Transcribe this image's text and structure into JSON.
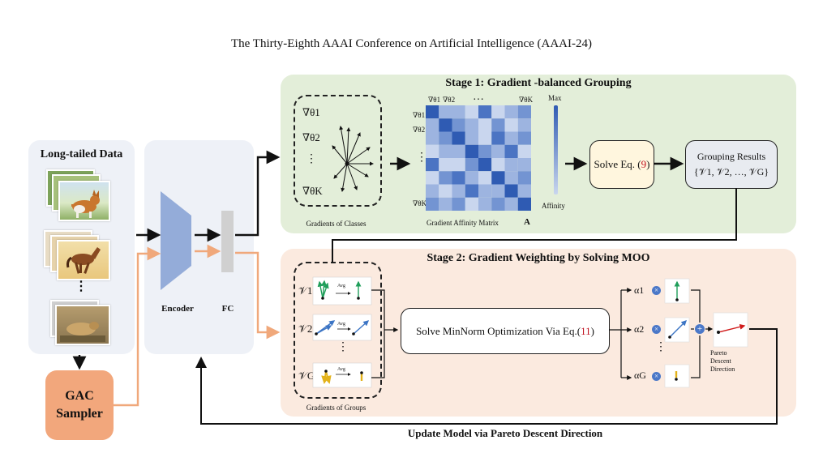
{
  "header": {
    "conference": "The Thirty-Eighth AAAI Conference on Artificial Intelligence (AAAI-24)"
  },
  "left": {
    "data_title": "Long-tailed Data",
    "ellipsis": "⋮",
    "sampler_line1": "GAC",
    "sampler_line2": "Sampler"
  },
  "network": {
    "encoder": "Encoder",
    "fc": "FC"
  },
  "stage1": {
    "title": "Stage 1: Gradient -balanced Grouping",
    "grad_labels": [
      "∇θ1",
      "∇θ2",
      "⋮",
      "∇θK"
    ],
    "grad_caption": "Gradients of Classes",
    "matrix_caption": "Gradient Affinity Matrix",
    "matrix_symbol": "A",
    "matrix_col_labels": [
      "∇θ1",
      "∇θ2",
      "…",
      "∇θK"
    ],
    "matrix_row_labels": [
      "∇θ1",
      "∇θ2",
      "⋮",
      "∇θK"
    ],
    "max_label": "Max",
    "affinity_label": "Affinity",
    "solve_prefix": "Solve Eq. (",
    "solve_ref": "9",
    "solve_suffix": ")",
    "grouping_title": "Grouping Results",
    "grouping_set": "{𝒱1, 𝒱2, …, 𝒱G}"
  },
  "stage2": {
    "title": "Stage 2: Gradient Weighting by Solving MOO",
    "group_labels": [
      "𝒱1",
      "𝒱2",
      "⋮",
      "𝒱G"
    ],
    "avg_label": "Avg",
    "groups_caption": "Gradients of Groups",
    "minnorm_prefix": "Solve MinNorm Optimization Via Eq.(",
    "minnorm_ref": "11",
    "minnorm_suffix": ")",
    "alpha_labels": [
      "α1",
      "α2",
      "⋮",
      "αG"
    ],
    "times_symbol": "×",
    "plus_symbol": "+",
    "pareto_line1": "Pareto",
    "pareto_line2": "Descent",
    "pareto_line3": "Direction"
  },
  "footer": {
    "update_label": "Update Model via Pareto Descent Direction"
  },
  "colors": {
    "stage1_bg": "#e3eed9",
    "stage2_bg": "#fbeadf",
    "encoder": "#94acd9",
    "sampler": "#f2a77c",
    "orange_arrow": "#f0a87b",
    "ref_red": "#c0111f",
    "matrix_dark": "#2f5bb3",
    "matrix_light": "#c9d6ee"
  },
  "matrix": [
    [
      4,
      1,
      1,
      0,
      3,
      0,
      1,
      2
    ],
    [
      1,
      4,
      2,
      1,
      0,
      2,
      0,
      1
    ],
    [
      1,
      2,
      4,
      1,
      0,
      3,
      1,
      2
    ],
    [
      0,
      1,
      1,
      4,
      2,
      1,
      3,
      0
    ],
    [
      3,
      0,
      0,
      2,
      4,
      0,
      1,
      1
    ],
    [
      0,
      2,
      3,
      1,
      0,
      4,
      1,
      2
    ],
    [
      1,
      0,
      1,
      3,
      1,
      1,
      4,
      1
    ],
    [
      2,
      1,
      2,
      0,
      1,
      2,
      1,
      4
    ]
  ]
}
